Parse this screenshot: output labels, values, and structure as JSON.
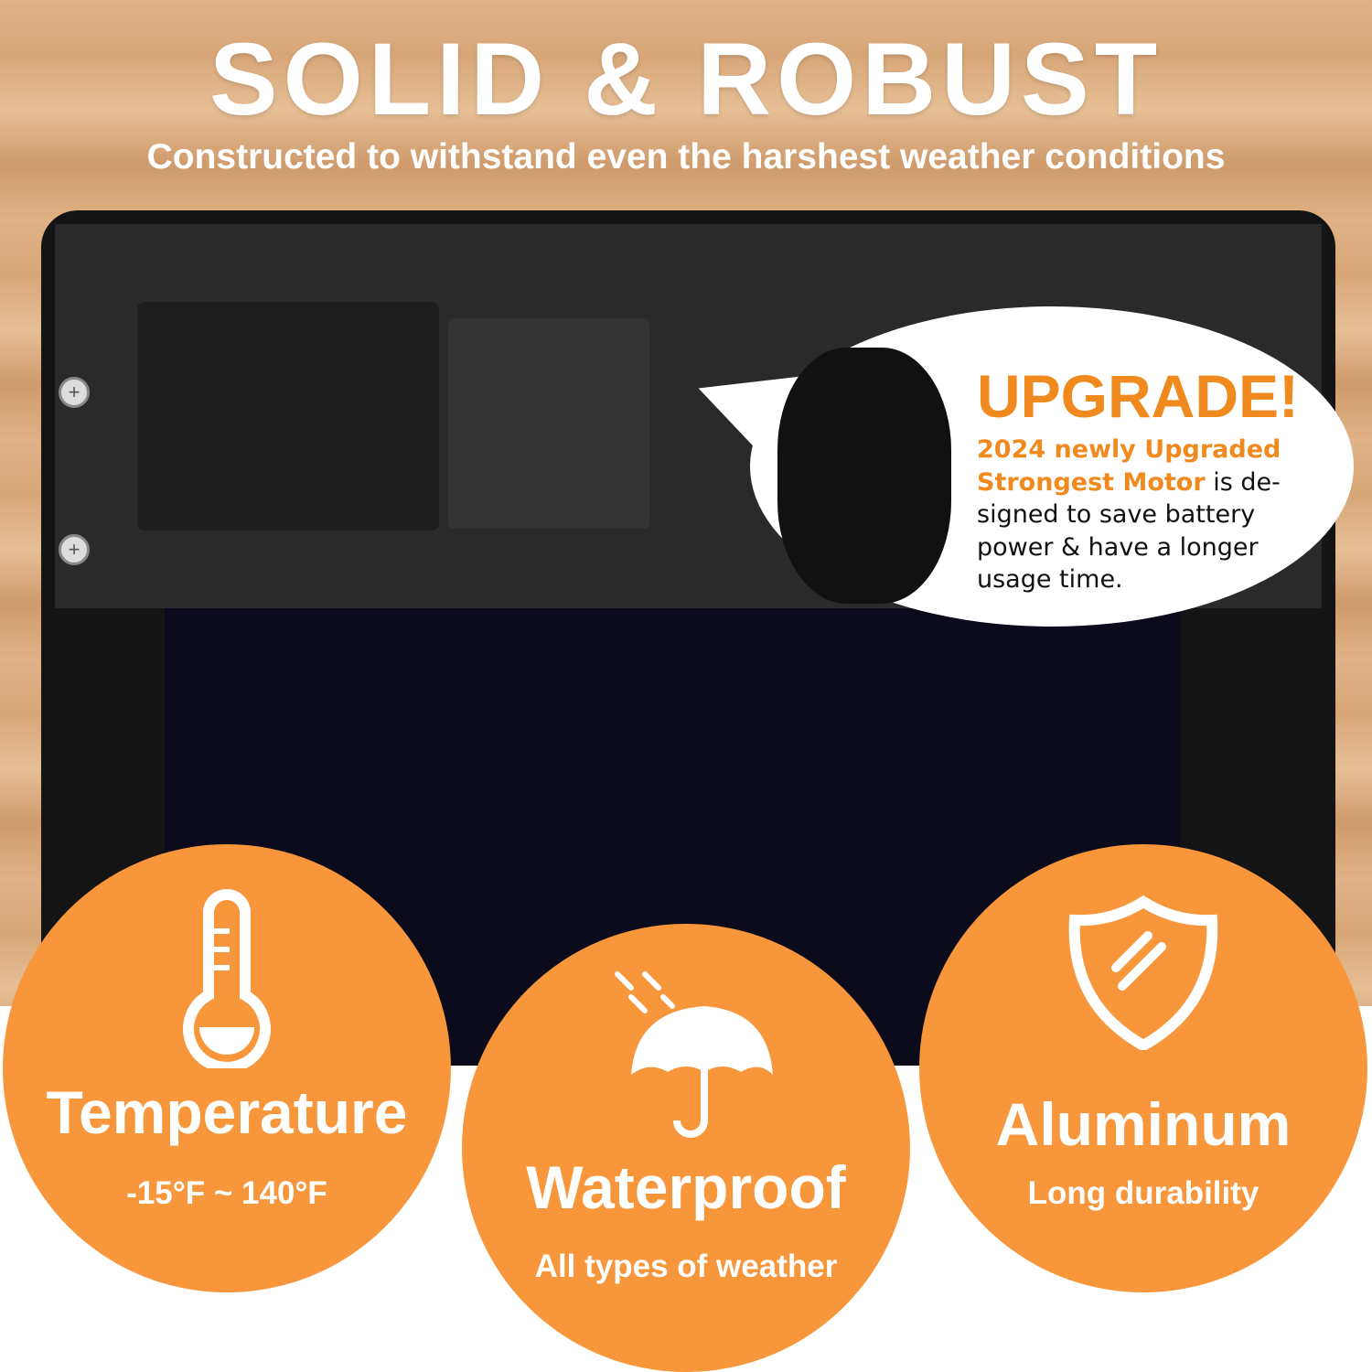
{
  "header": {
    "title": "SOLID & ROBUST",
    "subtitle": "Constructed to withstand even the harshest weather conditions"
  },
  "callout": {
    "headline": "UPGRADE!",
    "highlight": "2024 newly Upgraded Strongest Motor",
    "body": " is de-signed to save battery power & have a longer usage time."
  },
  "features": [
    {
      "icon": "thermometer-icon",
      "label": "Temperature",
      "sub": "-15°F ~ 140°F"
    },
    {
      "icon": "umbrella-icon",
      "label": "Waterproof",
      "sub": "All types of weather"
    },
    {
      "icon": "shield-icon",
      "label": "Aluminum",
      "sub": "Long durability"
    }
  ],
  "colors": {
    "accent": "#f7963a",
    "callout_orange": "#f08a1f"
  }
}
